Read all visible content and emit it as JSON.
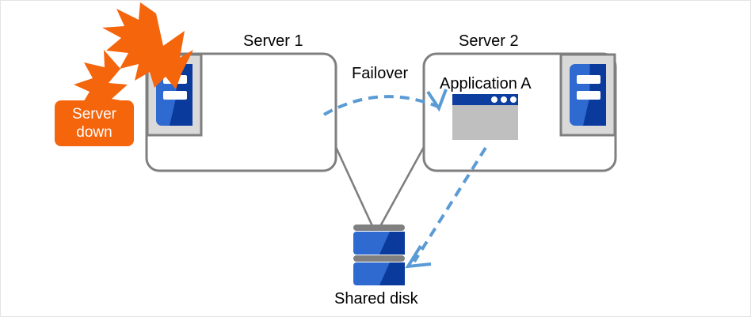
{
  "diagram": {
    "title": "Failover cluster diagram",
    "colors": {
      "alert_orange": "#f4650c",
      "box_gray": "#7f7f7f",
      "icon_light_gray": "#d9d9d9",
      "server_blue_light": "#2f6ad1",
      "server_blue_dark": "#0a3a9c",
      "window_titlebar": "#0d3d9e",
      "window_body": "#bfbfbf",
      "arrow_blue": "#5b9bd5",
      "page_border": "#e3e3e3",
      "background": "#ffffff"
    },
    "labels": {
      "server_1": "Server 1",
      "server_2": "Server 2",
      "failover": "Failover",
      "application_a": "Application A",
      "shared_disk": "Shared disk"
    },
    "badge": {
      "line_1": "Server",
      "line_2": "down"
    },
    "nodes": [
      {
        "name": "server-1",
        "label": "Server 1",
        "state": "down",
        "has_application": false
      },
      {
        "name": "server-2",
        "label": "Server 2",
        "state": "active",
        "has_application": true,
        "application": "Application A"
      },
      {
        "name": "shared-disk",
        "label": "Shared disk",
        "state": "shared"
      }
    ],
    "connections": [
      {
        "from": "server-1",
        "to": "shared-disk",
        "style": "solid",
        "color": "#7f7f7f"
      },
      {
        "from": "server-2",
        "to": "shared-disk",
        "style": "solid",
        "color": "#7f7f7f"
      },
      {
        "from": "server-1",
        "to": "server-2",
        "style": "dashed-arrow",
        "color": "#5b9bd5",
        "label": "Failover"
      },
      {
        "from": "application-a",
        "to": "shared-disk",
        "style": "dashed-arrow",
        "color": "#5b9bd5"
      }
    ],
    "icons": {
      "burst": "lightning-burst-icon",
      "server": "server-tower-icon",
      "window": "application-window-icon",
      "disk": "disk-stack-icon"
    }
  }
}
